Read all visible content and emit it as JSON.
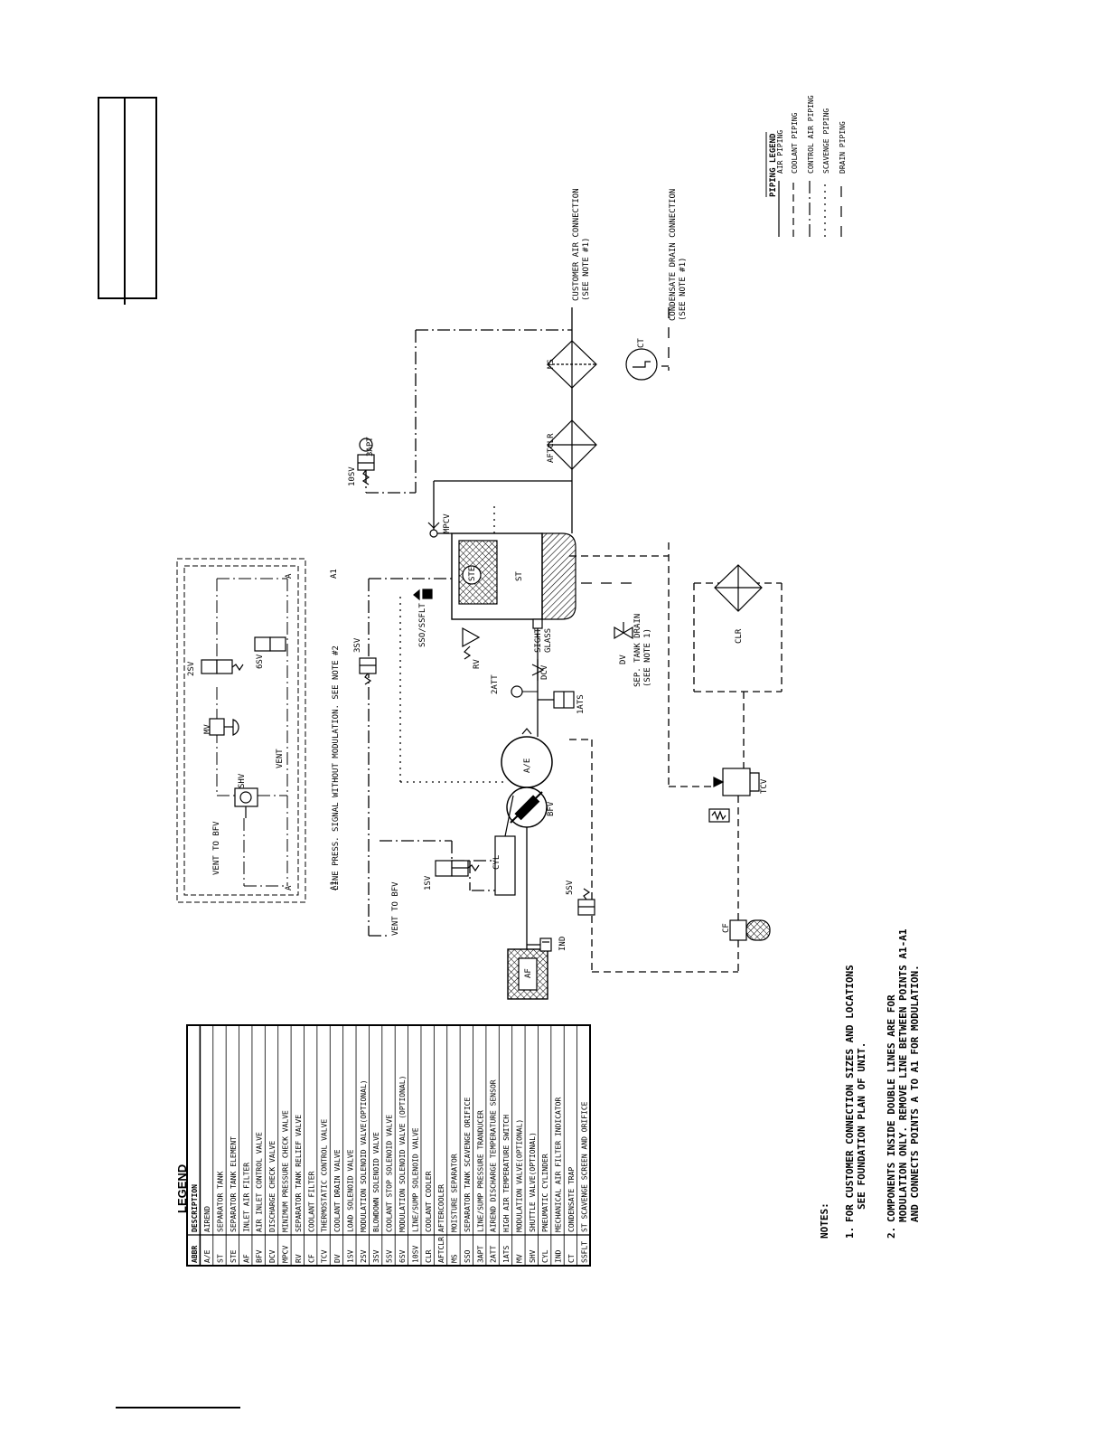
{
  "legend": {
    "title": "LEGEND",
    "header": {
      "abbr": "ABBR",
      "description": "DESCRIPTION"
    },
    "rows": [
      {
        "abbr": "A/E",
        "description": "AIREND"
      },
      {
        "abbr": "ST",
        "description": "SEPARATOR TANK"
      },
      {
        "abbr": "STE",
        "description": "SEPARATOR TANK ELEMENT"
      },
      {
        "abbr": "AF",
        "description": "INLET AIR FILTER"
      },
      {
        "abbr": "BFV",
        "description": "AIR INLET CONTROL VALVE"
      },
      {
        "abbr": "DCV",
        "description": "DISCHARGE CHECK VALVE"
      },
      {
        "abbr": "MPCV",
        "description": "MINIMUM PRESSURE CHECK VALVE"
      },
      {
        "abbr": "RV",
        "description": "SEPARATOR TANK RELIEF VALVE"
      },
      {
        "abbr": "CF",
        "description": "COOLANT FILTER"
      },
      {
        "abbr": "TCV",
        "description": "THERMOSTATIC CONTROL VALVE"
      },
      {
        "abbr": "DV",
        "description": "COOLANT DRAIN VALVE"
      },
      {
        "abbr": "1SV",
        "description": "LOAD SOLENOID VALVE"
      },
      {
        "abbr": "2SV",
        "description": "MODULATION SOLENOID VALVE(OPTIONAL)"
      },
      {
        "abbr": "3SV",
        "description": "BLOWDOWN SOLENOID VALVE"
      },
      {
        "abbr": "5SV",
        "description": "COOLANT STOP SOLENOID VALVE"
      },
      {
        "abbr": "6SV",
        "description": "MODULATION SOLENOID VALVE (OPTIONAL)"
      },
      {
        "abbr": "10SV",
        "description": "LINE/SUMP SOLENOID VALVE"
      },
      {
        "abbr": "CLR",
        "description": "COOLANT COOLER"
      },
      {
        "abbr": "AFTCLR",
        "description": "AFTERCOOLER"
      },
      {
        "abbr": "MS",
        "description": "MOISTURE SEPARATOR"
      },
      {
        "abbr": "SSO",
        "description": "SEPARATOR TANK SCAVENGE ORIFICE"
      },
      {
        "abbr": "3APT",
        "description": "LINE/SUMP PRESSURE TRANDUCER"
      },
      {
        "abbr": "2ATT",
        "description": "AIREND DISCHARGE TEMPERATURE SENSOR"
      },
      {
        "abbr": "1ATS",
        "description": "HIGH AIR TEMPERATURE SWITCH"
      },
      {
        "abbr": "MV",
        "description": "MODULATION VALVE(OPTIONAL)"
      },
      {
        "abbr": "SHV",
        "description": "SHUTTLE VALVE(OPTIONAL)"
      },
      {
        "abbr": "CYL",
        "description": "PNEUMATIC CYLINDER"
      },
      {
        "abbr": "IND",
        "description": "MECHANICAL AIR FILTER INDICATOR"
      },
      {
        "abbr": "CT",
        "description": "CONDENSATE TRAP"
      },
      {
        "abbr": "SSFLT",
        "description": "ST SCAVENGE SCREEN AND ORIFICE"
      }
    ]
  },
  "notes": {
    "title": "NOTES:",
    "items": [
      {
        "num": "1.",
        "lines": [
          "FOR CUSTOMER CONNECTION SIZES AND LOCATIONS",
          "SEE FOUNDATION PLAN OF UNIT."
        ]
      },
      {
        "num": "2.",
        "lines": [
          "COMPONENTS INSIDE DOUBLE LINES ARE FOR",
          "MODULATION ONLY. REMOVE LINE BETWEEN POINTS A1-A1",
          "AND CONNECTS POINTS A TO A1 FOR MODULATION."
        ]
      }
    ]
  },
  "piping_legend": {
    "title": "PIPING LEGEND",
    "items": [
      {
        "label": "AIR PIPING",
        "dash": ""
      },
      {
        "label": "COOLANT PIPING",
        "dash": "8 5"
      },
      {
        "label": "CONTROL AIR PIPING",
        "dash": "14 4 2 4"
      },
      {
        "label": "SCAVENGE PIPING",
        "dash": "2 5"
      },
      {
        "label": "DRAIN PIPING",
        "dash": "12 10"
      }
    ]
  },
  "diagram": {
    "labels": {
      "customer_air": "CUSTOMER AIR CONNECTION",
      "customer_air_note": "(SEE NOTE #1)",
      "condensate": "CONDENSATE DRAIN CONNECTION",
      "condensate_note": "(SEE NOTE #1)",
      "ms": "MS",
      "ct": "CT",
      "aftclr": "AFTCLR",
      "sv10": "10SV",
      "apt3": "3APT",
      "mpcv": "MPCV",
      "ste": "STE",
      "st": "ST",
      "sso": "SSO/SSFLT",
      "rv": "RV",
      "sight": "SIGHT",
      "glass": "GLASS",
      "dv": "DV",
      "tank_drain": "SEP. TANK DRAIN",
      "tank_drain_note": "(SEE NOTE 1)",
      "clr": "CLR",
      "sv3": "3SV",
      "line_press": "LINE PRESS. SIGNAL WITHOUT MODULATION. SEE NOTE #2",
      "a1_top": "A1",
      "a1_bottom": "A1",
      "a_top": "A",
      "a_bottom": "A",
      "sv2": "2SV",
      "mv": "MV",
      "sv6": "6SV",
      "shv": "SHV",
      "vent": "VENT",
      "vent_bfv_1": "VENT TO BFV",
      "vent_bfv_2": "VENT TO BFV",
      "dcv": "DCV",
      "att2": "2ATT",
      "ats1": "1ATS",
      "ae": "A/E",
      "bfv": "BFV",
      "sv1": "1SV",
      "cyl": "CYL",
      "sv5": "5SV",
      "af": "AF",
      "ind": "IND",
      "cf": "CF",
      "tcv": "TCV"
    }
  }
}
